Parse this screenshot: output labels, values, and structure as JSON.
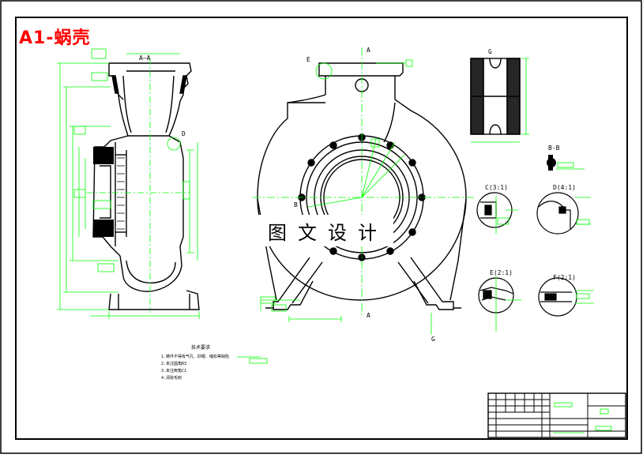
{
  "drawing": {
    "title": "A1-蜗壳",
    "watermark": "图文设计",
    "section_label": "A—A",
    "cut_label_top": "A",
    "cut_label_bottom": "A",
    "view_labels": {
      "g_view": "G",
      "b_section": "B-B",
      "c_detail": "C(3:1)",
      "d_detail": "D(4:1)",
      "e_detail": "E(2:1)",
      "f_detail": "F(2:1)",
      "arrow_e": "E",
      "arrow_g": "G",
      "arrow_d": "D",
      "arrow_b": "B"
    },
    "notes": {
      "heading": "技术要求",
      "lines": [
        "1.铸件不得有气孔、砂眼、缩松等缺陷",
        "2.未注圆角R3",
        "3.未注倒角C1",
        "4.清除毛刺"
      ]
    }
  },
  "colors": {
    "frame": "#000000",
    "geometry": "#000000",
    "dimension": "#00ff00",
    "title": "#ff0000"
  }
}
